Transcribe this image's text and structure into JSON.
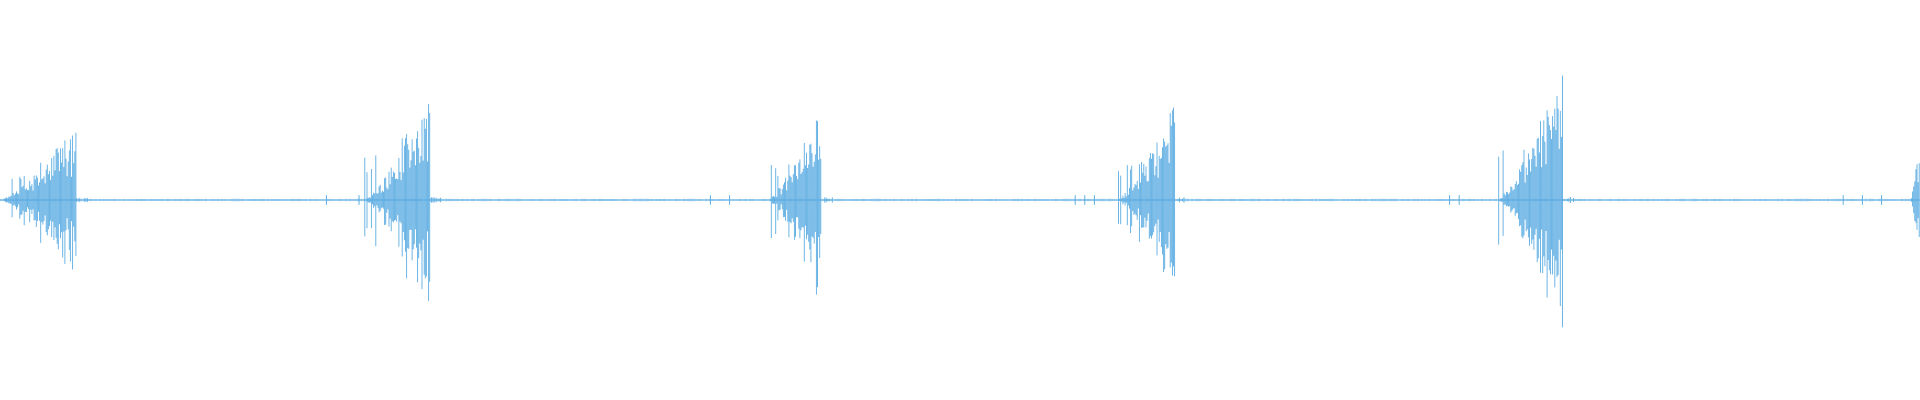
{
  "waveform": {
    "color": "#5dade2",
    "background": "#ffffff",
    "baseline_amplitude": 0.008,
    "bursts": [
      {
        "time": 0.0,
        "duration": 0.04,
        "peak": 0.45,
        "decay": 0.4
      },
      {
        "time": 0.19,
        "duration": 0.034,
        "peak": 0.72,
        "decay": 0.6
      },
      {
        "time": 0.4,
        "duration": 0.028,
        "peak": 0.6,
        "decay": 0.6
      },
      {
        "time": 0.582,
        "duration": 0.03,
        "peak": 0.62,
        "decay": 0.6
      },
      {
        "time": 0.78,
        "duration": 0.034,
        "peak": 0.82,
        "decay": 0.6
      },
      {
        "time": 0.995,
        "duration": 0.005,
        "peak": 0.4,
        "decay": 0.4
      }
    ],
    "ticks": [
      0.17,
      0.187,
      0.37,
      0.38,
      0.56,
      0.565,
      0.57,
      0.755,
      0.76,
      0.96,
      0.97,
      0.98
    ]
  }
}
